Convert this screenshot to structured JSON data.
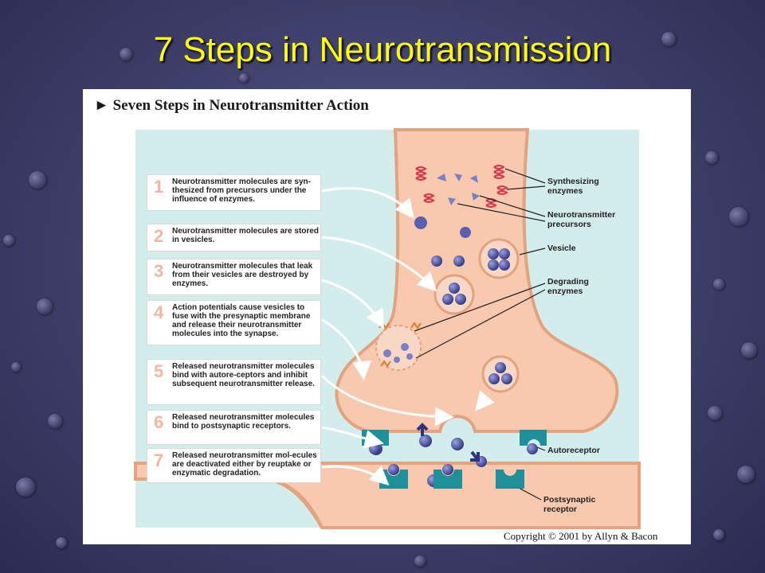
{
  "slide": {
    "title": "7 Steps in Neurotransmission"
  },
  "figure": {
    "heading": "Seven Steps in Neurotransmitter Action",
    "copyright": "Copyright © 2001 by Allyn & Bacon"
  },
  "steps": [
    {
      "number": "1",
      "text": "Neurotransmitter molecules are syn-thesized from precursors under the influence of enzymes."
    },
    {
      "number": "2",
      "text": "Neurotransmitter molecules are stored in vesicles."
    },
    {
      "number": "3",
      "text": "Neurotransmitter molecules that leak from their vesicles are destroyed by enzymes."
    },
    {
      "number": "4",
      "text": "Action potentials cause vesicles to fuse with the presynaptic membrane and release their neurotransmitter molecules into the synapse."
    },
    {
      "number": "5",
      "text": "Released neurotransmitter molecules bind with autore-ceptors and inhibit subsequent neurotransmitter release."
    },
    {
      "number": "6",
      "text": "Released neurotransmitter molecules bind to postsynaptic receptors."
    },
    {
      "number": "7",
      "text": "Released neurotransmitter mol-ecules are deactivated either by reuptake or enzymatic degradation."
    }
  ],
  "labels": {
    "synthesizing_enzymes": "Synthesizing enzymes",
    "precursors": "Neurotransmitter precursors",
    "vesicle": "Vesicle",
    "degrading_enzymes": "Degrading enzymes",
    "autoreceptor": "Autoreceptor",
    "postsynaptic_receptor": "Postsynaptic receptor"
  },
  "colors": {
    "title": "#ffff00",
    "neuron": "#f8c9ae",
    "neuron_outline": "#e2a37f",
    "panel": "#d3ecec",
    "molecule": "#4a4f9c",
    "receptor": "#1f8f9a",
    "enzyme": "#d8364a",
    "step_number": "#f4b79e"
  }
}
